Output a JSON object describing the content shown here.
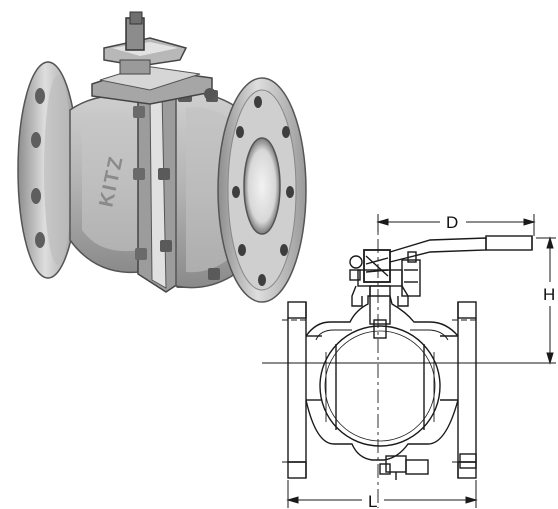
{
  "photo": {
    "caption": "",
    "body_marking": "KITZ"
  },
  "drawing": {
    "dimensions": {
      "d_label": "D",
      "h_label": "H",
      "l_label": "L"
    }
  },
  "colors": {
    "line": "#1a1a1a",
    "metal_light": "#d9d9d9",
    "metal_mid": "#a8a8a8",
    "metal_dark": "#5e5e5e",
    "background": "#ffffff"
  }
}
